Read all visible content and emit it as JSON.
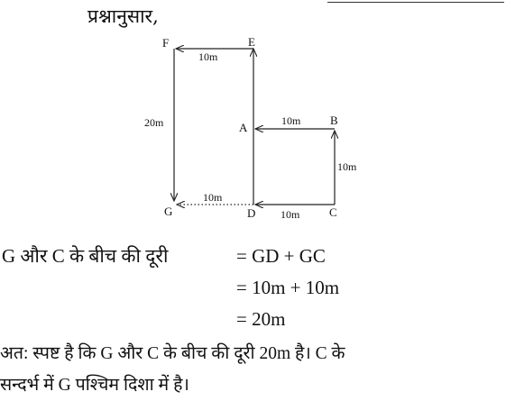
{
  "heading": "प्रश्नानुसार,",
  "diagram": {
    "points": {
      "E": "E",
      "F": "F",
      "A": "A",
      "B": "B",
      "G": "G",
      "D": "D",
      "C": "C"
    },
    "distances": {
      "FE": "10m",
      "FG": "20m",
      "AB": "10m",
      "BC": "10m",
      "GD": "10m",
      "DC": "10m"
    }
  },
  "calculation": {
    "label": "G और C के बीच की दूरी",
    "line1": "= GD + GC",
    "line2": "= 10m + 10m",
    "line3": "= 20m"
  },
  "conclusion": {
    "line1": "अत: स्पष्ट है कि G और C के बीच की दूरी 20m है। C के",
    "line2": "सन्दर्भ में G पश्चिम दिशा में है।"
  }
}
